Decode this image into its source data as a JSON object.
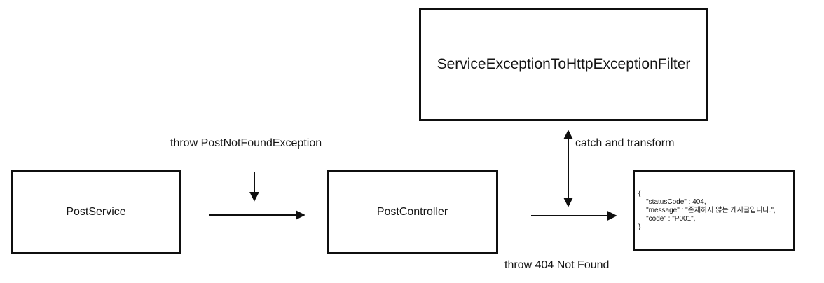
{
  "diagram": {
    "background_color": "#ffffff",
    "line_color": "#0f0f0f",
    "nodes": {
      "service": {
        "label": "PostService"
      },
      "controller": {
        "label": "PostController"
      },
      "filter": {
        "label": "ServiceExceptionToHttpExceptionFilter"
      },
      "response": {
        "code_text": "{\n    \"statusCode\" : 404,\n    \"message\" : \"존재하지 않는 게시글입니다.\",\n    \"code\" : \"P001\",\n}"
      }
    },
    "edge_labels": {
      "throw_exception": "throw PostNotFoundException",
      "catch_transform": "catch and transform",
      "throw_404": "throw 404 Not Found"
    }
  }
}
